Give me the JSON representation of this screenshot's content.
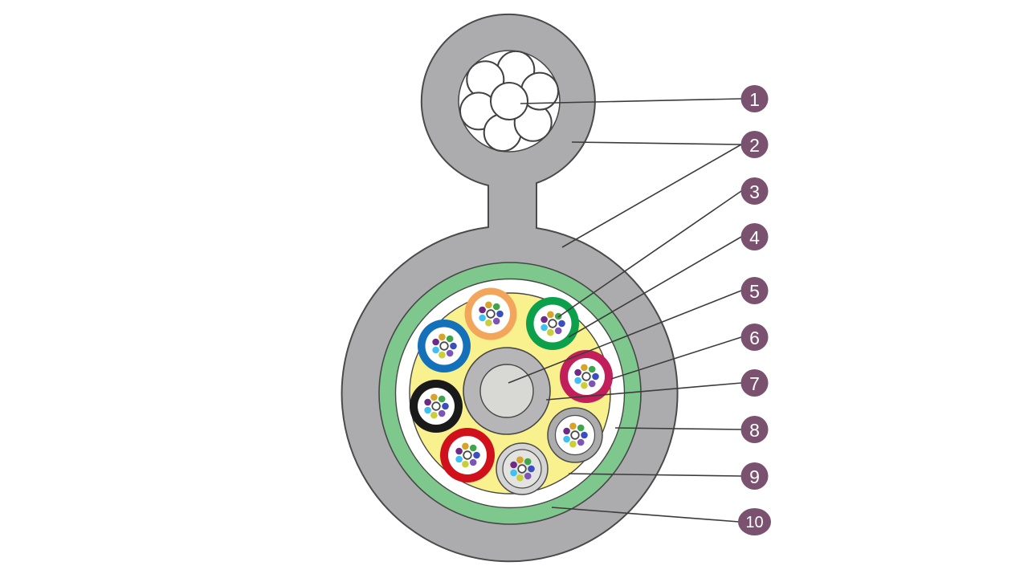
{
  "diagram": {
    "kind": "fiber-optic-figure8-cable-cross-section",
    "background": "#FFFFFF"
  },
  "callouts": [
    {
      "number": "1"
    },
    {
      "number": "2"
    },
    {
      "number": "3"
    },
    {
      "number": "4"
    },
    {
      "number": "5"
    },
    {
      "number": "6"
    },
    {
      "number": "7"
    },
    {
      "number": "8"
    },
    {
      "number": "9"
    },
    {
      "number": "10"
    }
  ],
  "palette": {
    "jacket_gray": "#ACACAE",
    "outline_dark": "#4A4A4A",
    "ring_outline": "#474747",
    "armor_green": "#7EC78D",
    "water_tape_white": "#FFFFFF",
    "core_yellow": "#F9F18E",
    "central_member_overcoat": "#B6B6B8",
    "central_member": "#D8D8D5",
    "strand_white": "#FFFFFF",
    "leader_line": "#3C3C3C",
    "callout_plum": "#7B5170",
    "callout_text": "#FFFFFF",
    "tube_blue": "#1470B8",
    "tube_orange": "#F3A55C",
    "tube_green": "#0CA04C",
    "tube_crimson": "#C11E5A",
    "tube_black": "#1A1A1A",
    "tube_red": "#D0111B",
    "tube_gray_ring": "#ACACAC",
    "tube_light_gray": "#D4D4D4",
    "tube_light_gray_inner": "#E3E3E0",
    "tube_interior_white": "#FFFFFF",
    "fiber_blue": "#3A4EBF",
    "fiber_green": "#3FA54A",
    "fiber_amber": "#D6A32B",
    "fiber_purple": "#6E2B85",
    "fiber_cyan": "#3EC1F2",
    "fiber_chartreuse": "#C9CF3B",
    "fiber_violet": "#7D55B8",
    "fiber_center_stroke": "#4A4A4A"
  }
}
